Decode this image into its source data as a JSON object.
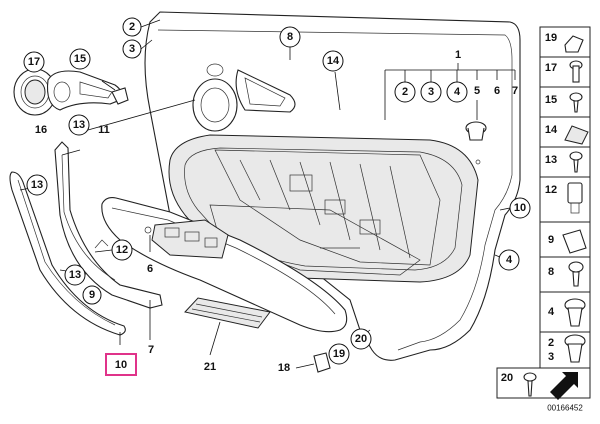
{
  "callouts": {
    "c2": "2",
    "c3": "3",
    "c8": "8",
    "c14": "14",
    "c17": "17",
    "c15": "15",
    "c13a": "13",
    "c13b": "13",
    "c13c": "13",
    "c12": "12",
    "c9": "9",
    "c10": "10",
    "c4": "4",
    "c20": "20",
    "c19": "19",
    "g1": "1",
    "g2": "2",
    "g3": "3",
    "g4": "4",
    "g5": "5",
    "g6": "6",
    "g7": "7",
    "p16": "16",
    "p11": "11",
    "p6": "6",
    "p7": "7",
    "p21": "21",
    "p18": "18"
  },
  "legend": {
    "rows": [
      "19",
      "17",
      "15",
      "14",
      "13",
      "12",
      "9",
      "8",
      "4",
      "2",
      "3",
      "20"
    ]
  },
  "diagram_code": "00166452",
  "colors": {
    "highlight": "#e0338a",
    "line": "#222222"
  }
}
